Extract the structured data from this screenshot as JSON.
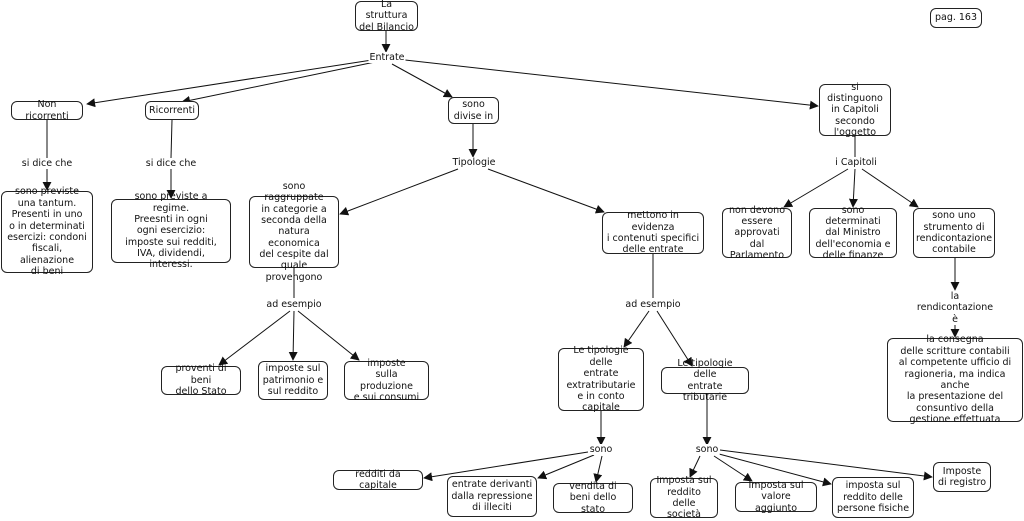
{
  "page_label": "pag. 163",
  "nodes": {
    "root": "La struttura\ndel Bilancio",
    "non_ricorrenti": "Non ricorrenti",
    "ricorrenti": "Ricorrenti",
    "sono_divise_in": "sono\ndivise in",
    "si_distinguono": "si distinguono\nin Capitoli\nsecondo\nl'oggetto",
    "non_ricorrenti_desc": "sono previste\nuna tantum.\nPresenti in uno\no in determinati\nesercizi: condoni\nfiscali, alienazione\ndi beni",
    "ricorrenti_desc": "sono previste a regime.\nPreesnti in ogni\nogni esercizio:\nimposte sui redditi,\nIVA, dividendi, interessi.",
    "raggruppate": "sono raggruppate\nin categorie a\nseconda della\nnatura economica\ndel cespite dal\nquale provengono",
    "evidenza": "mettono in evidenza\ni contenuti specifici\ndelle entrate",
    "non_approvati": "non devono\nessere\napprovati dal\nParlamento",
    "determinati": "sono determinati\ndal Ministro\ndell'economia e\ndelle finanze",
    "strumento": "sono uno\nstrumento di\nrendicontazione\ncontabile",
    "proventi": "proventi di beni\ndello Stato",
    "patrimonio": "imposte sul\npatrimonio e\nsul reddito",
    "produzione": "imposte\nsulla produzione\ne sui consumi",
    "extratributarie": "Le tipologie delle\nentrate\nextratributarie\ne in conto\ncapitale",
    "tributarie": "Le tipologie delle\nentrate tributarie",
    "consegna": "la consegna\ndelle scritture contabili\nal competente ufficio di\nragioneria, ma indica anche\nla presentazione del\nconsuntivo della\ngestione effettuata",
    "redditi_capitale": "redditi da capitale",
    "repressione": "entrate derivanti\ndalla repressione\ndi illeciti",
    "vendita": "vendita di\nbeni dello stato",
    "reddito_societa": "Imposta sul\nreddito\ndelle società",
    "valore_aggiunto": "Imposta sul\nvalore aggiunto",
    "persone_fisiche": "imposta sul\nreddito delle\npersone fisiche",
    "registro": "Imposte\ndi registro"
  },
  "labels": {
    "entrate": "Entrate",
    "si_dice_che_1": "si dice che",
    "si_dice_che_2": "si dice che",
    "tipologie": "Tipologie",
    "i_capitoli": "i Capitoli",
    "ad_esempio_1": "ad esempio",
    "ad_esempio_2": "ad esempio",
    "la_rendicontazione": "la\nrendicontazione\nè",
    "sono_1": "sono",
    "sono_2": "sono"
  }
}
